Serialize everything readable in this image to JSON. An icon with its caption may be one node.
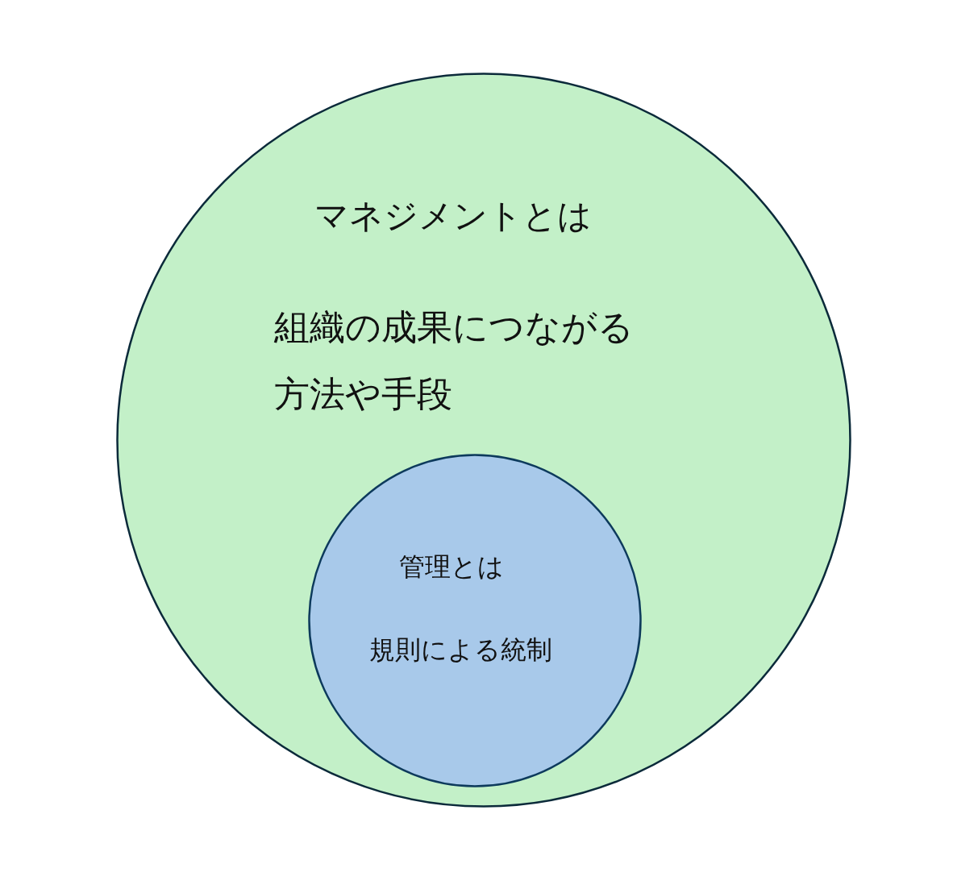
{
  "diagram": {
    "nodes": [
      {
        "text": [
          "マネジメントとは",
          "組織の成果につながる方法や手段"
        ]
      },
      {
        "text": [
          "管理とは",
          "規則による統制"
        ],
        "in": 0
      }
    ]
  }
}
